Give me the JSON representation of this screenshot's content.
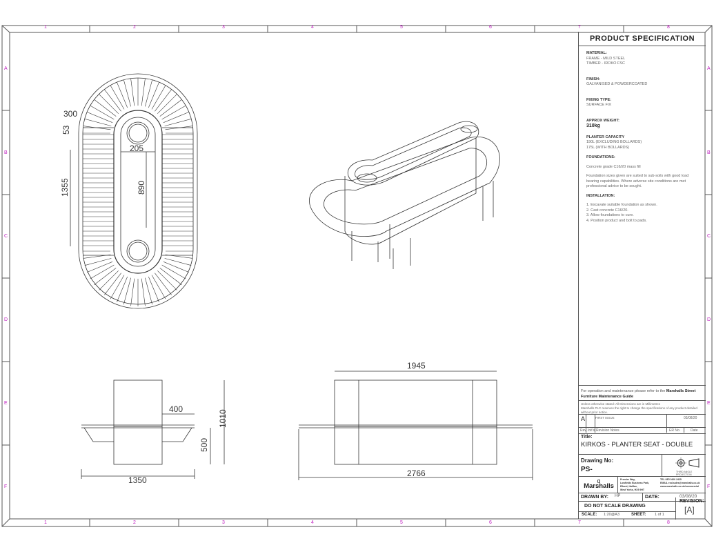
{
  "frame": {
    "columns": [
      "1",
      "2",
      "3",
      "4",
      "5",
      "6",
      "7",
      "8"
    ],
    "rows": [
      "A",
      "B",
      "C",
      "D",
      "E",
      "F"
    ],
    "frame_color": "#555555",
    "label_color": "#c020c0"
  },
  "dimensions": {
    "plan": {
      "d300": "300",
      "d53": "53",
      "d205": "205",
      "d1355": "1355",
      "d890": "890"
    },
    "side": {
      "d400": "400",
      "d1010": "1010",
      "d500": "500",
      "d1350": "1350"
    },
    "front": {
      "d1945": "1945",
      "d2766": "2766"
    }
  },
  "spec": {
    "title": "PRODUCT SPECIFICATION",
    "material_h": "MATERIAL:",
    "material_1": "FRAME - MILD STEEL",
    "material_2": "TIMBER - IROKO FSC",
    "finish_h": "FINISH:",
    "finish_1": "GALVANISED & POWDERCOATED",
    "fixing_h": "FIXING TYPE:",
    "fixing_1": "SURFACE FIX",
    "weight_h": "APPROX WEIGHT:",
    "weight": "310kg",
    "capacity_h": "PLANTER CAPACITY",
    "capacity_1": "190L (EXCLUDING BOLLARDS)",
    "capacity_2": "175L (WITH BOLLARDS)",
    "foundations_h": "FOUNDATIONS:",
    "foundations_1": "Concrete grade C16/20 mass fill",
    "foundations_2": "Foundation sizes given are suited to sub-soils with good load bearing capabilities. Where adverse site conditions are met professional advice to be sought.",
    "installation_h": "INSTALLATION:",
    "installation": [
      "1. Excavate suitable foundation as shown.",
      "2. Cast concrete C16/20.",
      "3. Allow foundations to cure.",
      "4. Position product and bolt to pads."
    ]
  },
  "titleblock": {
    "maintenance_pre": "For operation and maintenance please refer to the ",
    "maintenance_bold": "Marshalls Street Furniture Maintenance Guide",
    "units_note": "Unless otherwise stated: All Dimensions are in Millimetres",
    "rights_note": "Marshalls PLC reserves the right to change the specifications of any product detailed without prior notice.",
    "rev": {
      "rev": "A",
      "notes": "FIRST ISSUE",
      "date": "03/08/20"
    },
    "rev_headers": {
      "rev": "Rev",
      "inits": "Init's",
      "notes": "Revision Notes",
      "er": "ER No.",
      "date": "Date"
    },
    "title_label": "Title:",
    "title": "KIRKOS - PLANTER SEAT - DOUBLE",
    "drawing_no_label": "Drawing No:",
    "drawing_no": "PS-",
    "projection": "THIRD ANGLE PROJECTION",
    "logo": "Marshalls",
    "address": [
      "Premier Way,",
      "Lowfields Business Park,",
      "Elland, Halifax,",
      "West Yorks, HX5 9HT"
    ],
    "contact": [
      "TEL 0870 600 2425",
      "EMAIL esd.sales@marshalls.co.uk",
      "www.marshalls.co.uk/commercial"
    ],
    "drawn_by_label": "DRAWN BY:",
    "drawn_by": "HP",
    "date_label": "DATE:",
    "date": "03/08/20",
    "no_scale": "DO NOT SCALE DRAWING",
    "revision_label": "REVISION:",
    "revision": "[A]",
    "scale_label": "SCALE:",
    "scale": "1:20@A3",
    "sheet_label": "SHEET:",
    "sheet": "1 of 1"
  }
}
